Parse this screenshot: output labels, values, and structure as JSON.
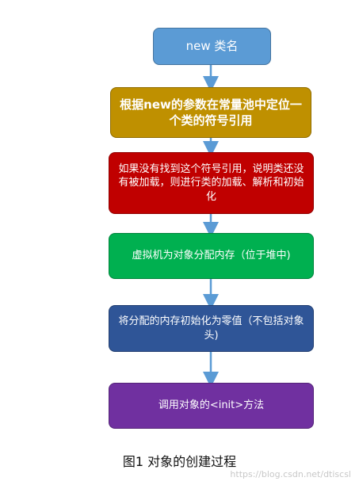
{
  "colors": {
    "node1": "#5b9bd5",
    "node2": "#bf9000",
    "node3": "#c00000",
    "node4": "#00b050",
    "node5": "#2f5597",
    "node6": "#7030a0",
    "arrow": "#5b9bd5"
  },
  "flow": {
    "steps": [
      {
        "label": "new 类名"
      },
      {
        "label": "根据new的参数在常量池中定位一个类的符号引用"
      },
      {
        "label": "如果没有找到这个符号引用，说明类还没有被加载，则进行类的加载、解析和初始化"
      },
      {
        "label": "虚拟机为对象分配内存（位于堆中)"
      },
      {
        "label": "将分配的内存初始化为零值（不包括对象头)"
      },
      {
        "label": "调用对象的<init>方法"
      }
    ]
  },
  "caption": "图1  对象的创建过程",
  "watermark": "https://blog.csdn.net/dtiscsl"
}
